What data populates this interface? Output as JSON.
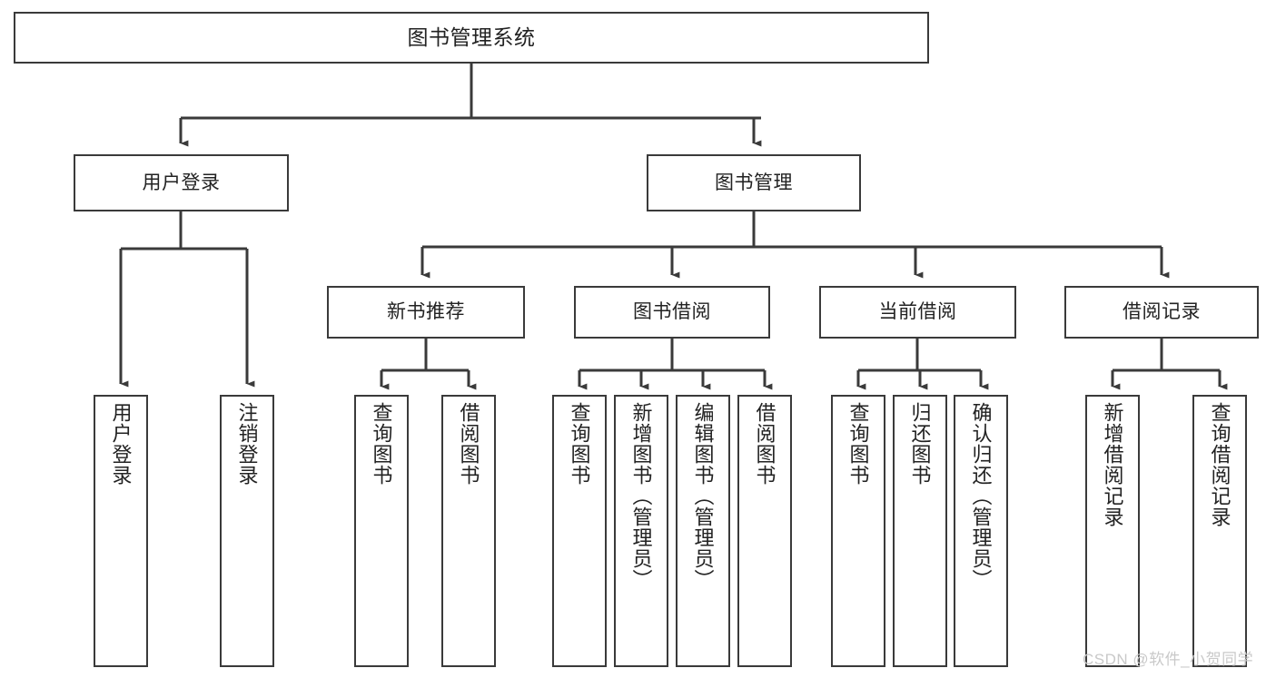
{
  "diagram": {
    "type": "tree-hierarchy",
    "title": "图书管理系统",
    "watermark": "CSDN @软件_小贺同学",
    "colors": {
      "background": "#ffffff",
      "box_border": "#3a3a3a",
      "box_fill": "#ffffff",
      "text": "#222222",
      "edge": "#3a3a3a",
      "watermark": "#c9c9c9"
    },
    "nodes": {
      "root": {
        "label": "图书管理系统"
      },
      "level2": [
        {
          "id": "user-login",
          "label": "用户登录"
        },
        {
          "id": "book-manage",
          "label": "图书管理"
        }
      ],
      "level3": [
        {
          "id": "new-book-recommend",
          "label": "新书推荐"
        },
        {
          "id": "book-borrow",
          "label": "图书借阅"
        },
        {
          "id": "current-borrow",
          "label": "当前借阅"
        },
        {
          "id": "borrow-record",
          "label": "借阅记录"
        }
      ],
      "leaves": {
        "user-login": [
          {
            "id": "leaf-user-login",
            "label": "用户登录"
          },
          {
            "id": "leaf-logout",
            "label": "注销登录"
          }
        ],
        "new-book-recommend": [
          {
            "id": "leaf-query-book-1",
            "label": "查询图书"
          },
          {
            "id": "leaf-borrow-book-1",
            "label": "借阅图书"
          }
        ],
        "book-borrow": [
          {
            "id": "leaf-query-book-2",
            "label": "查询图书"
          },
          {
            "id": "leaf-add-book",
            "label": "新增图书（管理员）"
          },
          {
            "id": "leaf-edit-book",
            "label": "编辑图书（管理员）"
          },
          {
            "id": "leaf-borrow-book-2",
            "label": "借阅图书"
          }
        ],
        "current-borrow": [
          {
            "id": "leaf-query-book-3",
            "label": "查询图书"
          },
          {
            "id": "leaf-return-book",
            "label": "归还图书"
          },
          {
            "id": "leaf-confirm-return",
            "label": "确认归还（管理员）"
          }
        ],
        "borrow-record": [
          {
            "id": "leaf-add-record",
            "label": "新增借阅记录"
          },
          {
            "id": "leaf-query-record",
            "label": "查询借阅记录"
          }
        ]
      }
    },
    "edges": [
      {
        "from": "图书管理系统",
        "to": "用户登录"
      },
      {
        "from": "图书管理系统",
        "to": "图书管理"
      },
      {
        "from": "图书管理",
        "to": "新书推荐"
      },
      {
        "from": "图书管理",
        "to": "图书借阅"
      },
      {
        "from": "图书管理",
        "to": "当前借阅"
      },
      {
        "from": "图书管理",
        "to": "借阅记录"
      },
      {
        "from": "用户登录",
        "to": "用户登录"
      },
      {
        "from": "用户登录",
        "to": "注销登录"
      },
      {
        "from": "新书推荐",
        "to": "查询图书"
      },
      {
        "from": "新书推荐",
        "to": "借阅图书"
      },
      {
        "from": "图书借阅",
        "to": "查询图书"
      },
      {
        "from": "图书借阅",
        "to": "新增图书（管理员）"
      },
      {
        "from": "图书借阅",
        "to": "编辑图书（管理员）"
      },
      {
        "from": "图书借阅",
        "to": "借阅图书"
      },
      {
        "from": "当前借阅",
        "to": "查询图书"
      },
      {
        "from": "当前借阅",
        "to": "归还图书"
      },
      {
        "from": "当前借阅",
        "to": "确认归还（管理员）"
      },
      {
        "from": "借阅记录",
        "to": "新增借阅记录"
      },
      {
        "from": "借阅记录",
        "to": "查询借阅记录"
      }
    ]
  }
}
